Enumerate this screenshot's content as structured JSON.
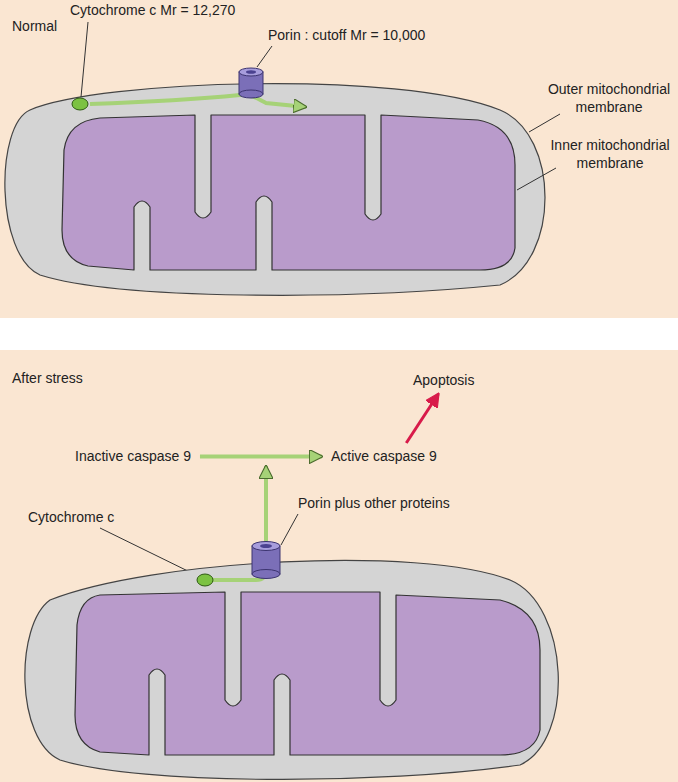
{
  "diagram": {
    "nodes": [
      {
        "text": [
          "Normal"
        ]
      },
      {
        "text": [
          "After stress"
        ]
      },
      {
        "text": [
          "Inactive caspase 9"
        ],
        "in": 1
      },
      {
        "text": [
          "Active caspase 9"
        ],
        "in": 1
      },
      {
        "text": [
          "Apoptosis"
        ],
        "in": 1
      }
    ],
    "edges": [
      {
        "from": 2,
        "to": 3,
        "arrow": "to"
      },
      {
        "from": 3,
        "to": 4,
        "arrow": "to"
      }
    ],
    "labels": [
      "Cytochrome c Mr = 12,270",
      "Porin : cutoff Mr = 10,000",
      "Outer mitochondrial membrane",
      "Inner mitochondrial membrane",
      "Cytochrome c",
      "Porin plus other proteins"
    ]
  }
}
